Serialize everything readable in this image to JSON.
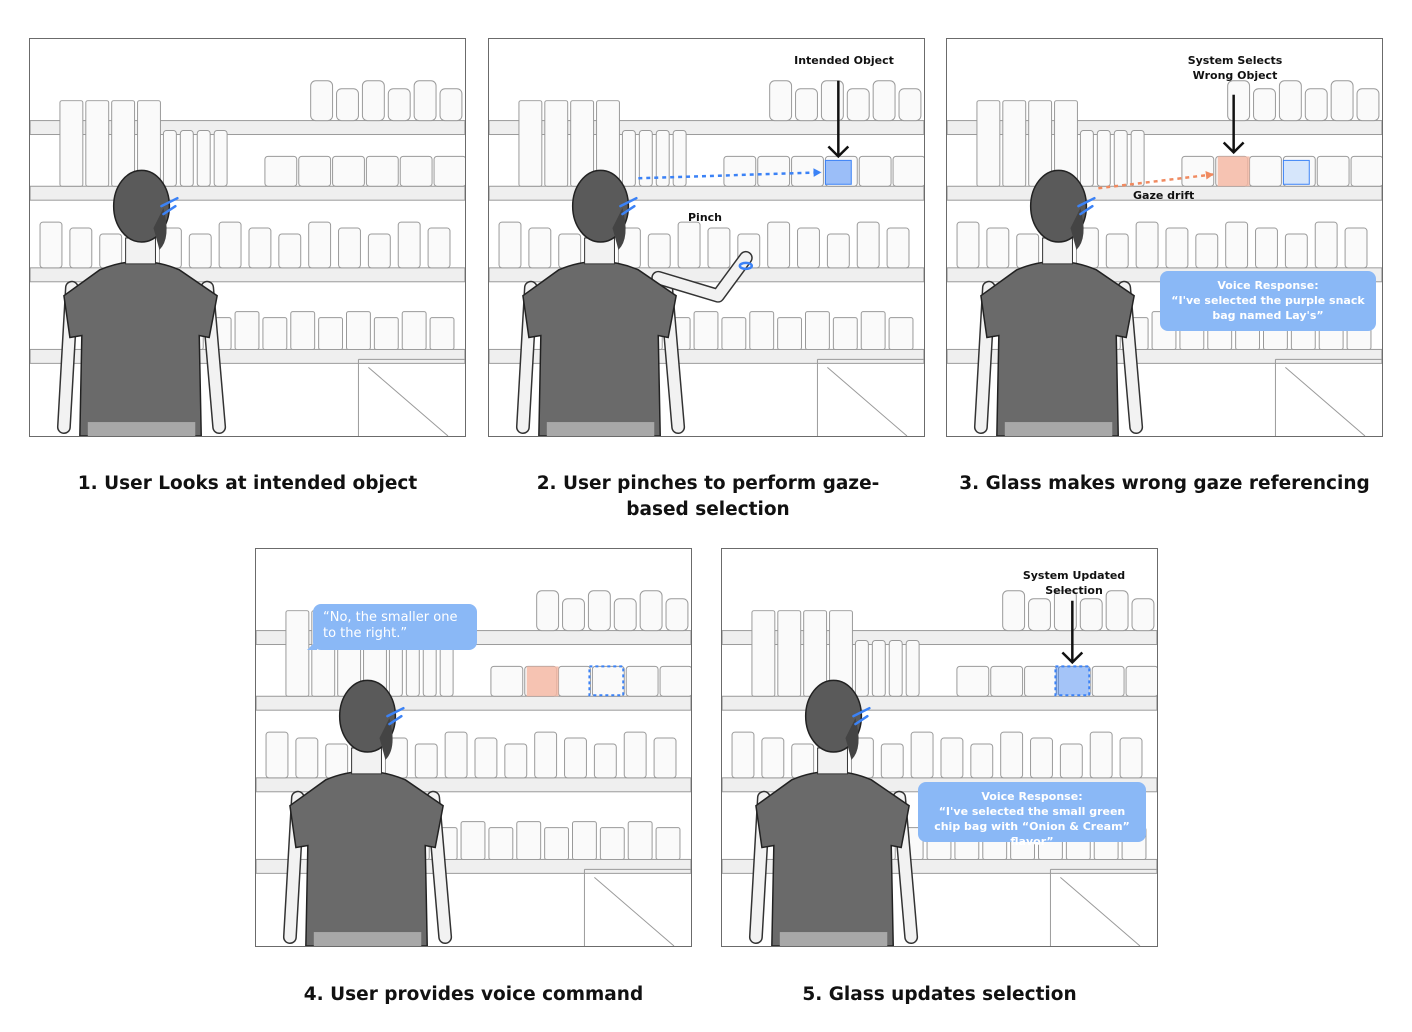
{
  "figure": {
    "panels": [
      {
        "id": 1,
        "caption": "1. User Looks at intended object",
        "labels": []
      },
      {
        "id": 2,
        "caption": "2. User pinches to perform gaze-based selection",
        "labels": [
          "Intended Object",
          "Pinch"
        ],
        "gaze_color": "#3b82f6",
        "selected_object_color": "#8ab8f6"
      },
      {
        "id": 3,
        "caption": "3. Glass makes wrong gaze referencing",
        "labels": [
          "System Selects Wrong Object",
          "Gaze drift"
        ],
        "gaze_color": "#f08a60",
        "wrong_object_color": "#f4b8a4",
        "voice_response": {
          "title": "Voice Response:",
          "text": "“I've selected the purple snack bag named Lay's”"
        }
      },
      {
        "id": 4,
        "caption": "4. User provides voice command",
        "labels": [],
        "speech": "“No, the smaller one to the right.”"
      },
      {
        "id": 5,
        "caption": "5. Glass updates selection",
        "labels": [
          "System Updated Selection"
        ],
        "voice_response": {
          "title": "Voice Response:",
          "text": "“I've selected the small green chip bag with “Onion & Cream” flavor”"
        }
      }
    ],
    "colors": {
      "bubble": "#8ab8f6",
      "accent_blue": "#3b82f6",
      "accent_orange": "#f08a60",
      "shirt": "#6a6a6a",
      "hair": "#5a5a5a",
      "panel_border": "#6b6b6b"
    }
  }
}
